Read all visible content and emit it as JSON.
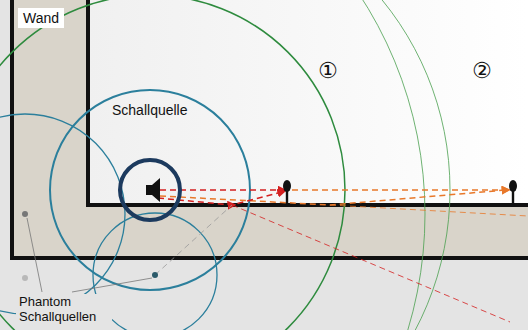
{
  "diagram": {
    "labels": [
      "Wand",
      "Schallquelle",
      "①",
      "②",
      "Phantom Schallquellen"
    ]
  }
}
